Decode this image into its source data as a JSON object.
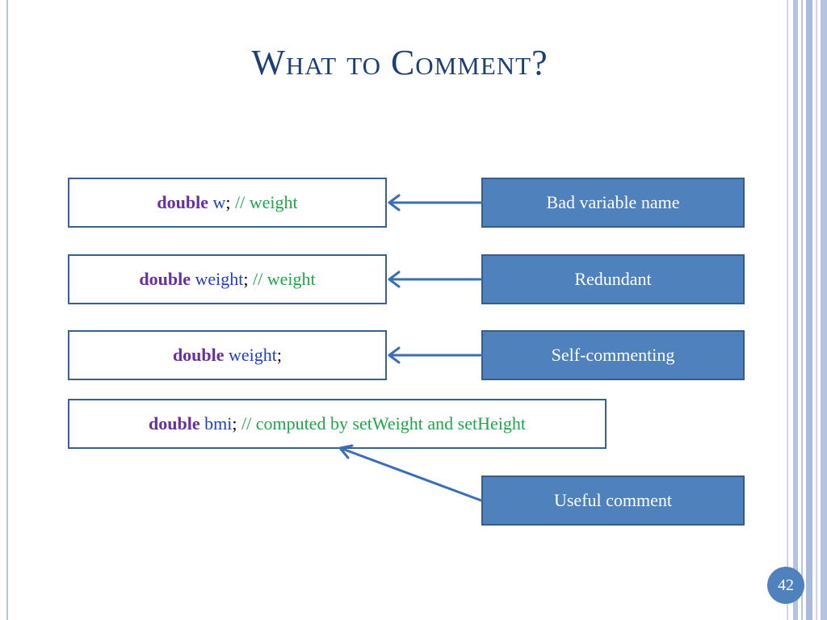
{
  "slide": {
    "title": "What to Comment?",
    "page_number": "42"
  },
  "rows": [
    {
      "keyword": "double",
      "variable": "w",
      "punct": ";",
      "comment": "// weight",
      "label": "Bad variable name"
    },
    {
      "keyword": "double",
      "variable": "weight",
      "punct": ";",
      "comment": "// weight",
      "label": "Redundant"
    },
    {
      "keyword": "double",
      "variable": "weight",
      "punct": ";",
      "comment": "",
      "label": "Self-commenting"
    },
    {
      "keyword": "double",
      "variable": "bmi",
      "punct": ";",
      "comment": "// computed by setWeight and setHeight",
      "label": "Useful comment"
    }
  ],
  "colors": {
    "title": "#1f3f73",
    "keyword": "#6a2f9e",
    "variable": "#1f3fc4",
    "comment": "#1fa64a",
    "label_fill": "#4f81bd",
    "arrow": "#3b6fb4"
  }
}
